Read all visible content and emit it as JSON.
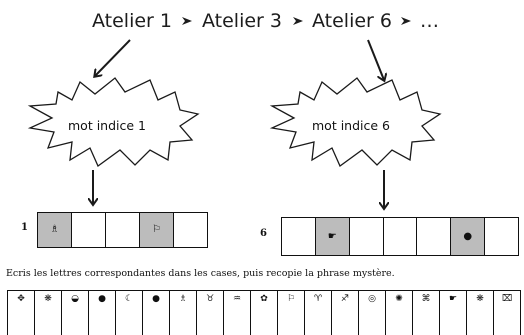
{
  "sequence": [
    {
      "label": "Atelier 1"
    },
    {
      "label": "Atelier 3"
    },
    {
      "label": "Atelier 6"
    },
    {
      "label": "…"
    }
  ],
  "bursts": [
    {
      "label": "mot indice 1"
    },
    {
      "label": "mot indice 6"
    }
  ],
  "grids": [
    {
      "number": "1",
      "cells": [
        {
          "shaded": true,
          "symbol": "♗"
        },
        {
          "shaded": false,
          "symbol": ""
        },
        {
          "shaded": false,
          "symbol": ""
        },
        {
          "shaded": true,
          "symbol": "⚐"
        },
        {
          "shaded": false,
          "symbol": ""
        }
      ]
    },
    {
      "number": "6",
      "cells": [
        {
          "shaded": false,
          "symbol": ""
        },
        {
          "shaded": true,
          "symbol": "☛"
        },
        {
          "shaded": false,
          "symbol": ""
        },
        {
          "shaded": false,
          "symbol": ""
        },
        {
          "shaded": false,
          "symbol": ""
        },
        {
          "shaded": true,
          "symbol": "●"
        },
        {
          "shaded": false,
          "symbol": ""
        }
      ]
    }
  ],
  "instruction": "Ecris les lettres correspondantes dans les cases, puis recopie la phrase mystère.",
  "alphabet": [
    "✥",
    "❋",
    "◒",
    "●",
    "☾",
    "●",
    "♗",
    "♉",
    "♒",
    "✿",
    "⚐",
    "♈",
    "♐",
    "◎",
    "✺",
    "⌘",
    "☛",
    "❋",
    "⌧"
  ]
}
